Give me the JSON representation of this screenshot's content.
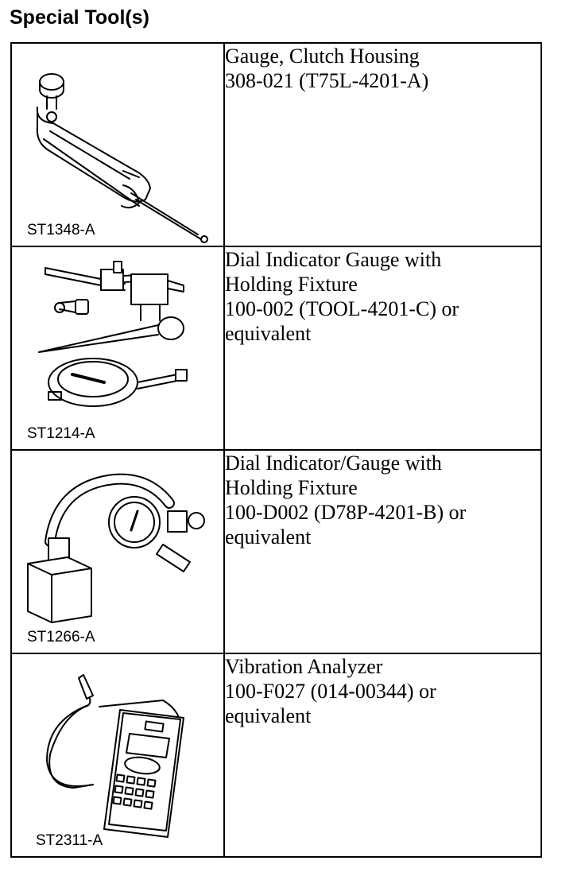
{
  "title": "Special Tool(s)",
  "tools": [
    {
      "code": "ST1348-A",
      "lines": [
        "Gauge, Clutch Housing",
        "308-021 (T75L-4201-A)"
      ],
      "icon": "clutch-housing-gauge-icon"
    },
    {
      "code": "ST1214-A",
      "lines": [
        "Dial Indicator Gauge with",
        "Holding Fixture",
        "100-002 (TOOL-4201-C) or",
        "equivalent"
      ],
      "icon": "dial-indicator-fixture-icon"
    },
    {
      "code": "ST1266-A",
      "lines": [
        "Dial Indicator/Gauge with",
        "Holding Fixture",
        "100-D002 (D78P-4201-B) or",
        "equivalent"
      ],
      "icon": "magnetic-base-dial-gauge-icon"
    },
    {
      "code": "ST2311-A",
      "lines": [
        "Vibration Analyzer",
        "100-F027 (014-00344) or",
        "equivalent"
      ],
      "icon": "vibration-analyzer-icon"
    }
  ]
}
